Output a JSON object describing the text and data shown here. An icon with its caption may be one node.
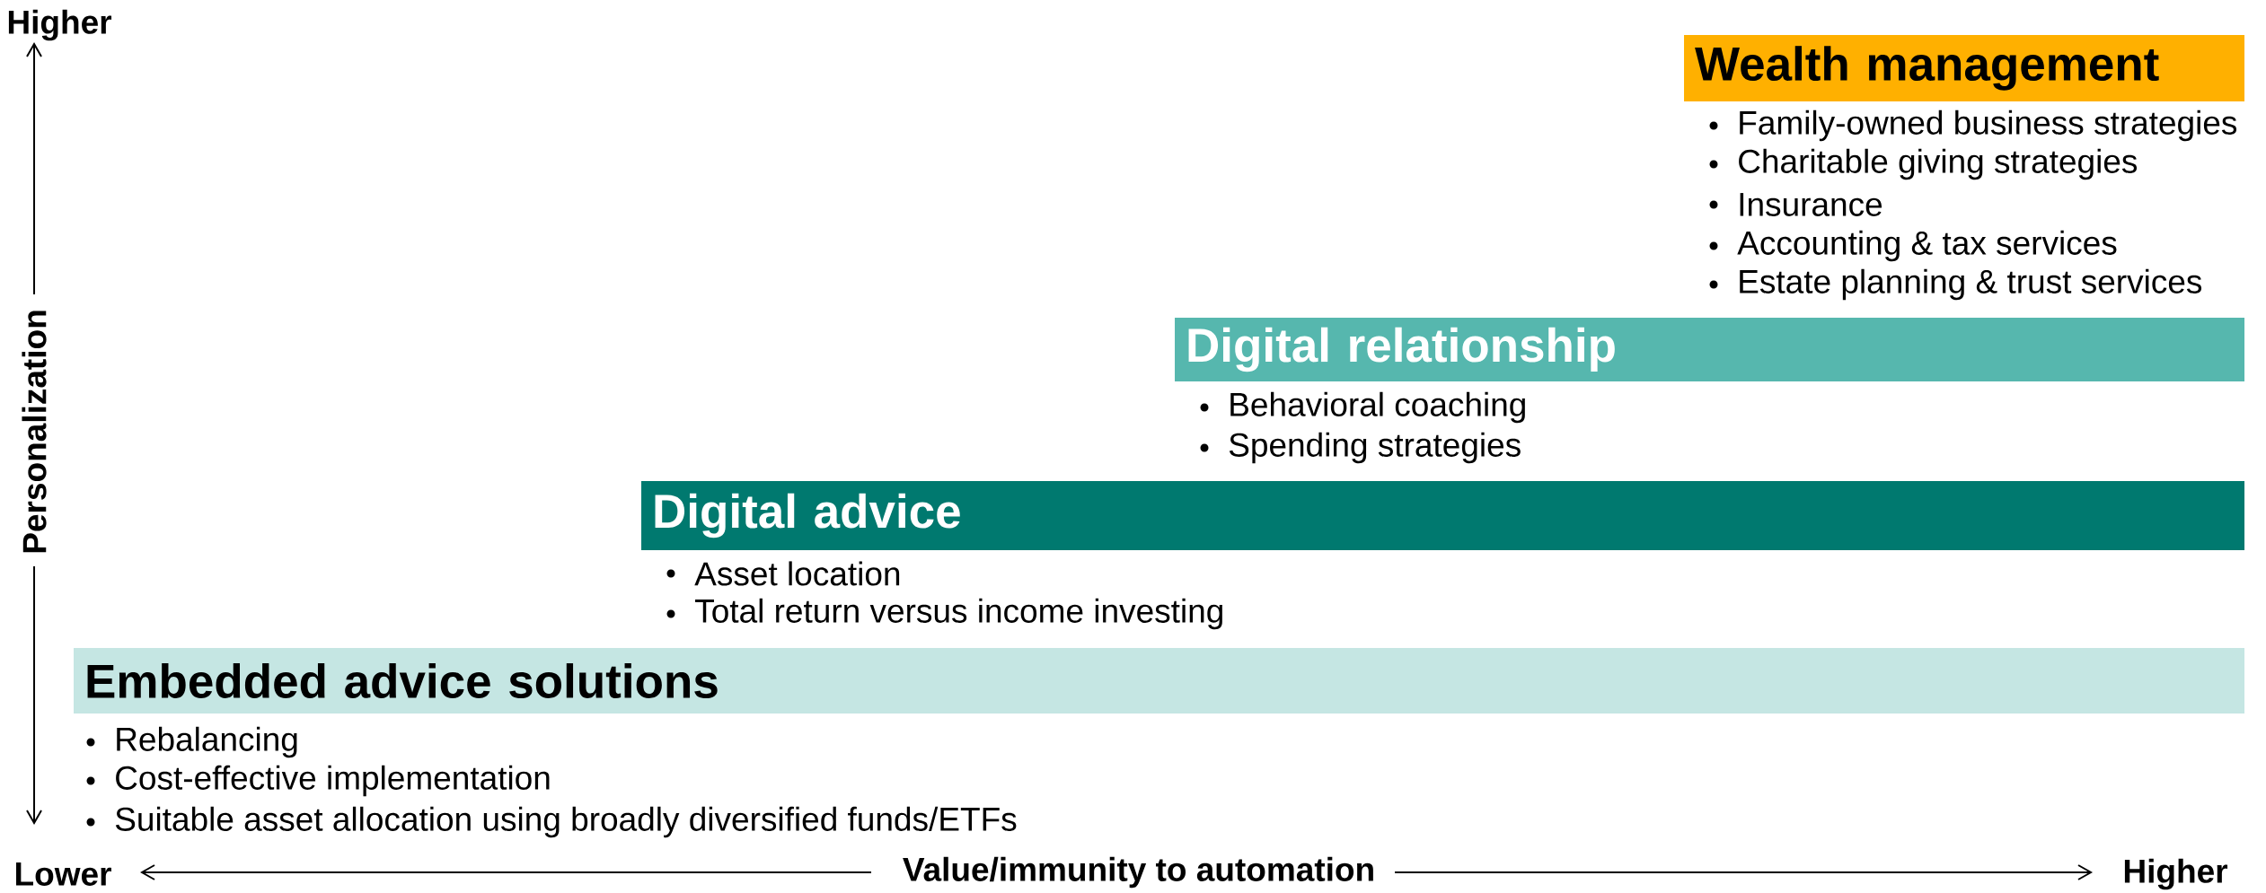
{
  "diagram": {
    "nodes": [
      {
        "text": [
          "Wealth management",
          "Family-owned business strategies",
          "Charitable giving strategies",
          "Insurance",
          "Accounting & tax services",
          "Estate planning & trust services"
        ]
      },
      {
        "text": [
          "Digital relationship",
          "Behavioral coaching",
          "Spending strategies"
        ]
      },
      {
        "text": [
          "Digital advice",
          "Asset location",
          "Total return versus income investing"
        ]
      },
      {
        "text": [
          "Embedded advice solutions",
          "Rebalancing",
          "Cost-effective implementation",
          "Suitable asset allocation using broadly diversified funds/ETFs"
        ]
      }
    ],
    "labels": [
      "Higher",
      "Personalization",
      "Lower",
      "Value/immunity to automation",
      "Higher"
    ]
  }
}
